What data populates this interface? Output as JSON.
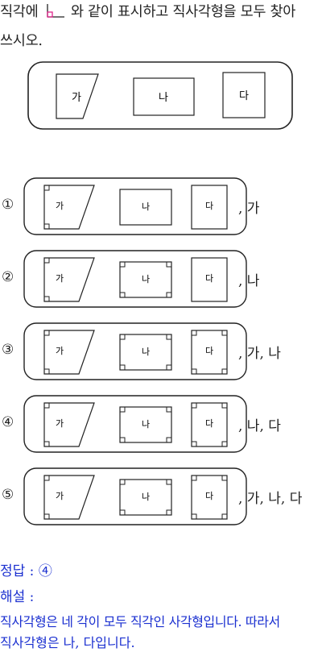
{
  "question": {
    "line1_before": "직각에",
    "line1_after": "와 같이 표시하고 직사각형을 모두 찾아",
    "line2": "쓰시오.",
    "mark_icon": "right-angle-mark-icon",
    "mark_color": "#e0248a"
  },
  "figure": {
    "shapes": [
      "가",
      "나",
      "다"
    ]
  },
  "options": [
    {
      "number": "①",
      "answer": ", 가"
    },
    {
      "number": "②",
      "answer": ", 나"
    },
    {
      "number": "③",
      "answer": ", 가, 나"
    },
    {
      "number": "④",
      "answer": ", 나, 다"
    },
    {
      "number": "⑤",
      "answer": ", 가, 나, 다"
    }
  ],
  "answer": {
    "correct": "정답 : ④",
    "explanation_label": "해설 :",
    "explanation_line1": "직사각형은 네 각이 모두 직각인 사각형입니다. 따라서",
    "explanation_line2": "직사각형은 나, 다입니다."
  },
  "colors": {
    "answer_text": "#1a2fd0",
    "mark": "#e0248a"
  }
}
